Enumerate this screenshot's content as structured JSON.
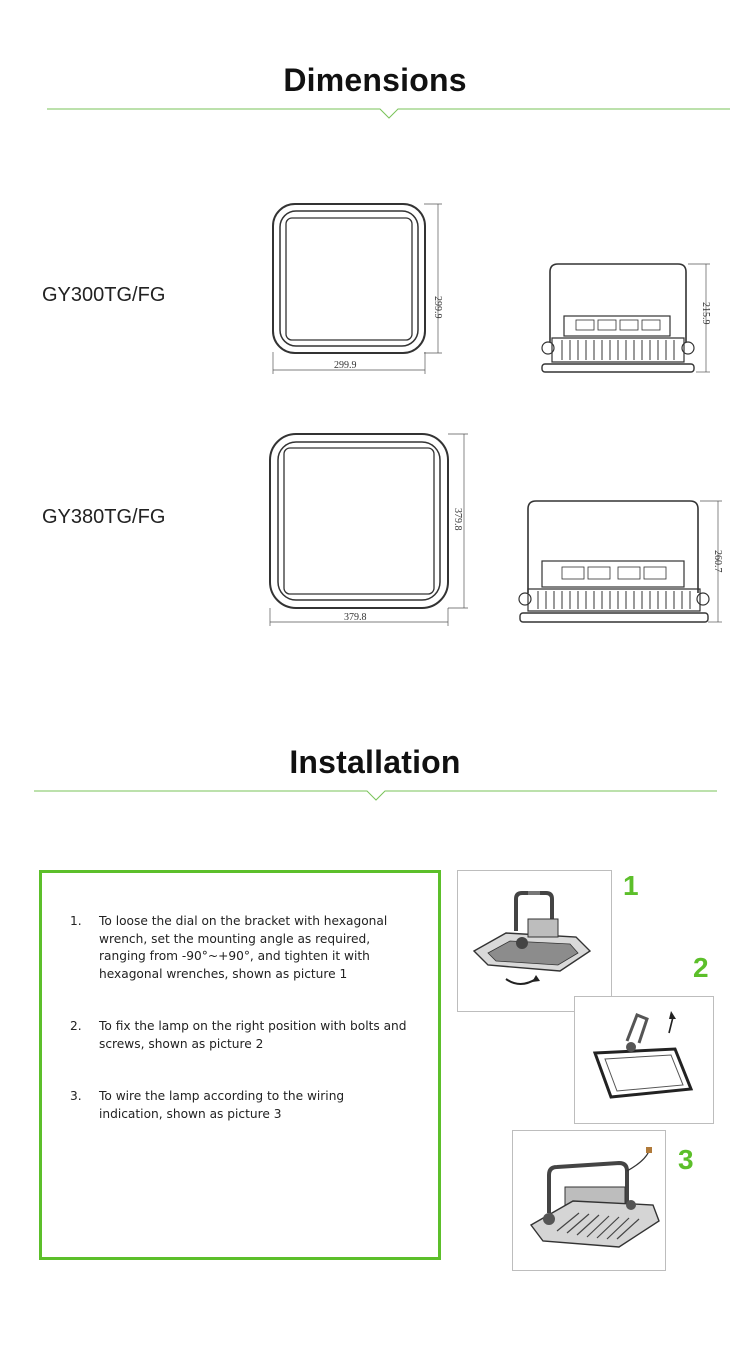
{
  "dimensions": {
    "title": "Dimensions",
    "models": [
      {
        "name": "GY300TG/FG",
        "front_width": "299.9",
        "front_height": "299.9",
        "side_height": "215.9"
      },
      {
        "name": "GY380TG/FG",
        "front_width": "379.8",
        "front_height": "379.8",
        "side_height": "260.7"
      }
    ]
  },
  "installation": {
    "title": "Installation",
    "steps": [
      {
        "num": "1.",
        "text": "To loose the dial on the bracket with hexagonal wrench, set the mounting angle as required, ranging from -90°~+90°, and tighten it with hexagonal wrenches, shown as picture 1"
      },
      {
        "num": "2.",
        "text": "To fix the lamp on the right position with bolts and screws, shown as picture 2"
      },
      {
        "num": "3.",
        "text": "To wire the lamp according to the wiring indication, shown as picture 3"
      }
    ],
    "pictures": [
      {
        "label": "1"
      },
      {
        "label": "2"
      },
      {
        "label": "3"
      }
    ]
  },
  "colors": {
    "accent": "#5cbf2a",
    "divider": "#7ac35a",
    "text": "#111111"
  }
}
